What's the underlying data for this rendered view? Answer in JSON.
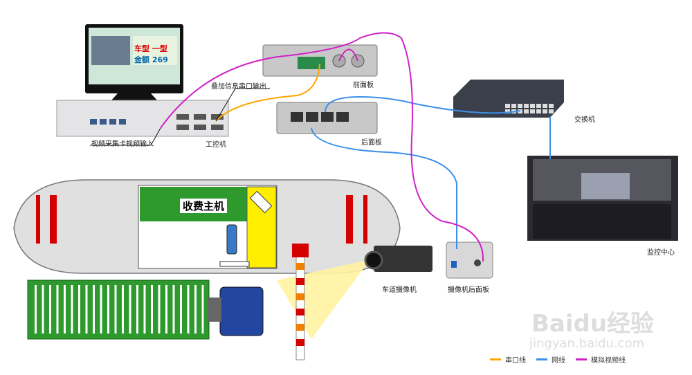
{
  "labels": {
    "overlay_serial_output": "叠加信息串口输出",
    "capture_card_video_input": "视频采集卡视频输入",
    "ipc": "工控机",
    "front_panel": "前面板",
    "back_panel": "后面板",
    "switch": "交换机",
    "monitoring_center": "监控中心",
    "toll_host": "收费主机",
    "lane_camera": "车道摄像机",
    "camera_back_panel": "摄像机后面板"
  },
  "screen": {
    "vehicle_type_label": "车型",
    "vehicle_type": "一型",
    "amount_label": "金额",
    "amount": "269"
  },
  "legend": [
    {
      "label": "串口线",
      "color": "#ffa500"
    },
    {
      "label": "网线",
      "color": "#3b8fe8"
    },
    {
      "label": "模拟视频线",
      "color": "#d020c8"
    }
  ],
  "watermark": {
    "brand": "Baidu经验",
    "url": "jingyan.baidu.com"
  }
}
